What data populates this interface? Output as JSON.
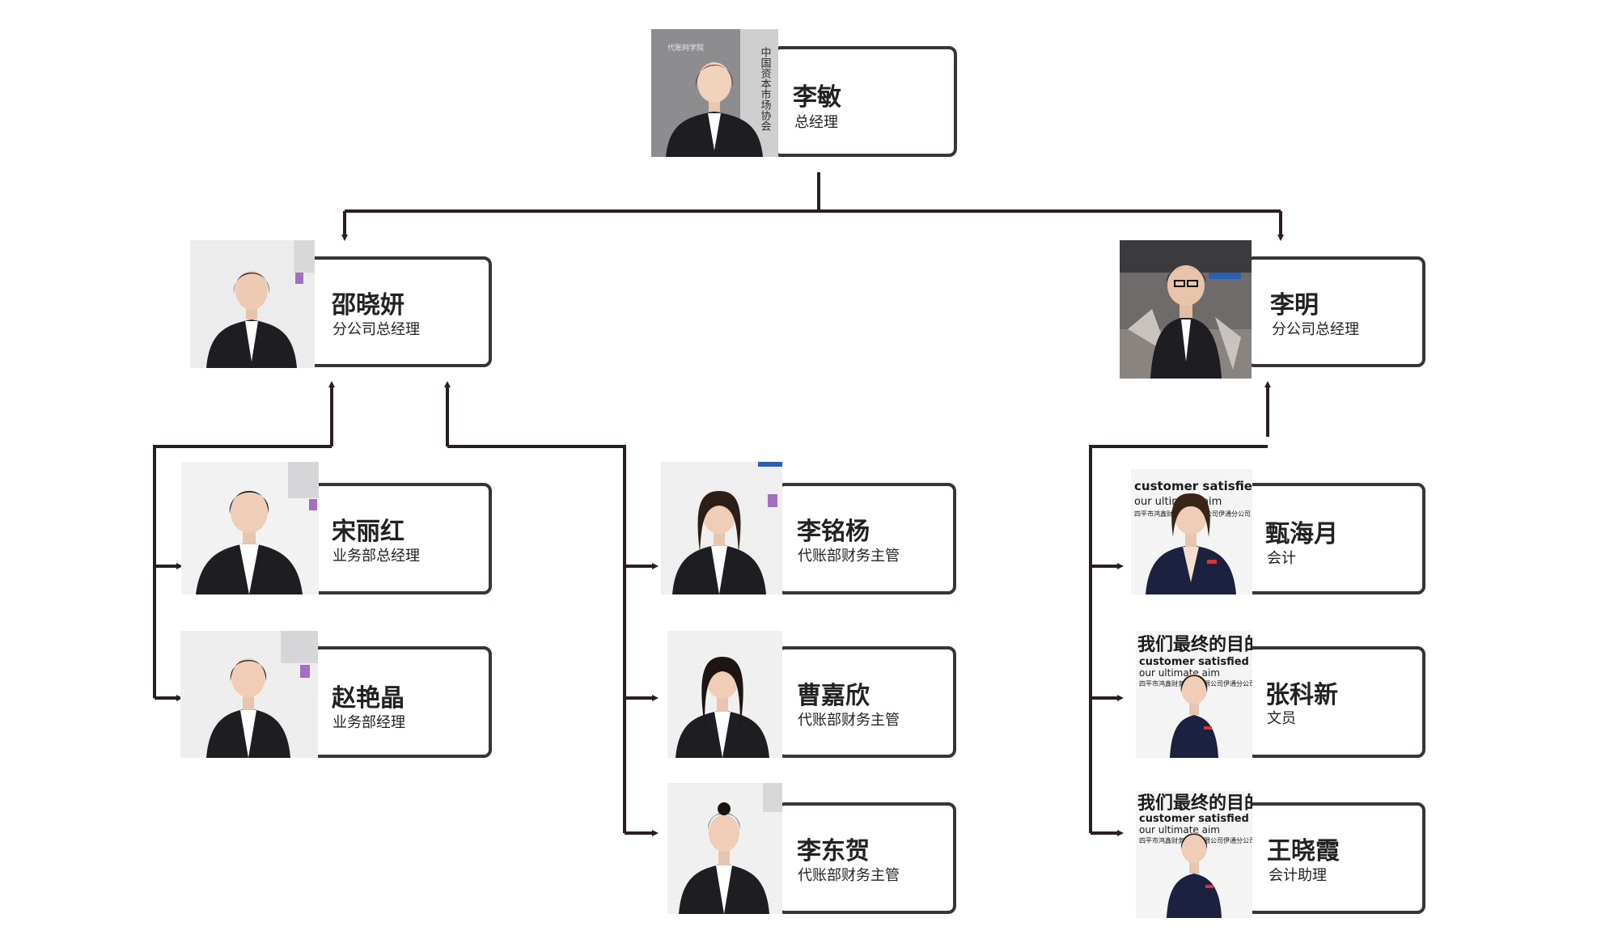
{
  "people": {
    "top": {
      "name": "李敏",
      "title": "总经理"
    },
    "branch_left": {
      "name": "邵晓妍",
      "title": "分公司总经理"
    },
    "branch_right": {
      "name": "李明",
      "title": "分公司总经理"
    },
    "song": {
      "name": "宋丽红",
      "title": "业务部总经理"
    },
    "zhao": {
      "name": "赵艳晶",
      "title": "业务部经理"
    },
    "li_mingyang": {
      "name": "李铭杨",
      "title": "代账部财务主管"
    },
    "cao": {
      "name": "曹嘉欣",
      "title": "代账部财务主管"
    },
    "li_donghe": {
      "name": "李东贺",
      "title": "代账部财务主管"
    },
    "zhen": {
      "name": "甄海月",
      "title": "会计"
    },
    "zhang": {
      "name": "张科新",
      "title": "文员"
    },
    "wang": {
      "name": "王晓霞",
      "title": "会计助理"
    }
  },
  "photo_texts": {
    "top_logo": "代账网学院",
    "top_vertical": "中国资本市场协会",
    "wall_line1": "我们最终的目的",
    "wall_line2": "customer satisfied",
    "wall_line3": "our ultimate aim",
    "wall_line4": "四平市鸿鑫财务代理有限公司伊通分公司"
  },
  "colors": {
    "card_border": "#3a3436",
    "connector": "#2a1f1f",
    "suit": "#1d1d22"
  }
}
